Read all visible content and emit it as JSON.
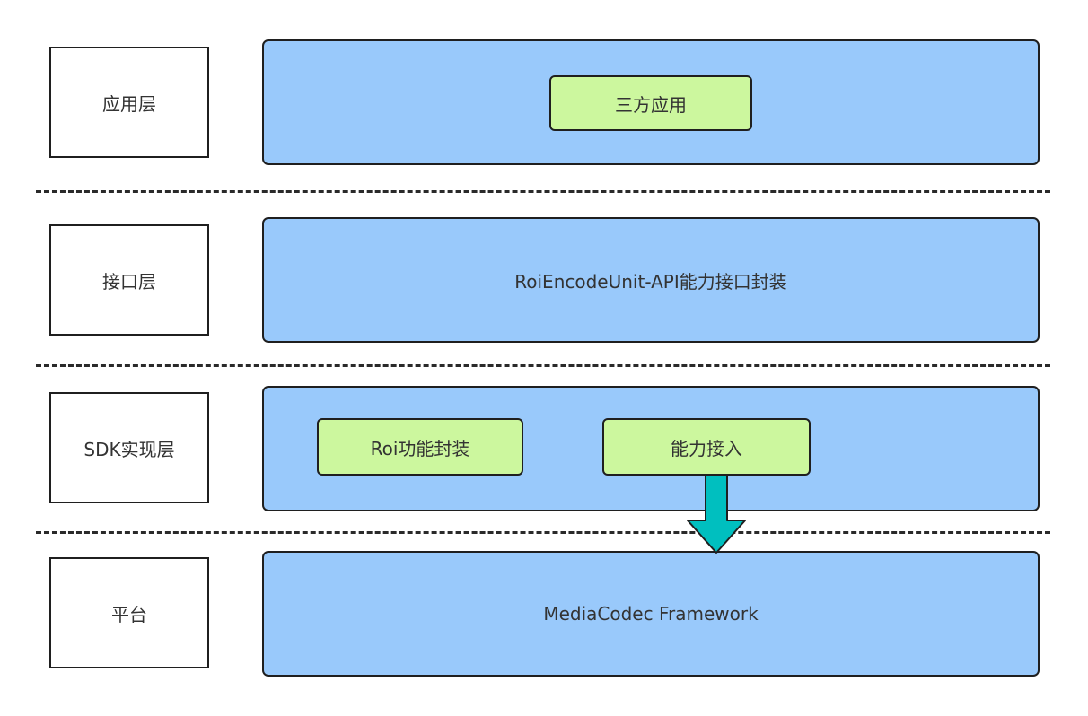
{
  "layers": [
    {
      "label": "应用层"
    },
    {
      "label": "接口层",
      "content": "RoiEncodeUnit-API能力接口封装"
    },
    {
      "label": "SDK实现层"
    },
    {
      "label": "平台",
      "content": "MediaCodec Framework"
    }
  ],
  "modules": {
    "third_party_app": "三方应用",
    "roi_wrapper": "Roi功能封装",
    "capability_access": "能力接入"
  },
  "colors": {
    "layer_fill": "#99c9fb",
    "module_fill": "#ccf79e",
    "arrow_fill": "#00bfbf",
    "border": "#1f1f1f"
  }
}
